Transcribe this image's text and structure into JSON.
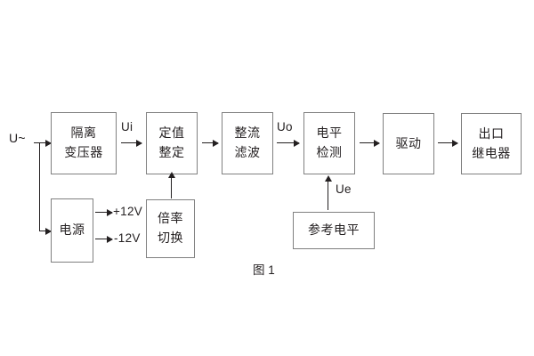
{
  "diagram": {
    "caption": "图 1",
    "input_label": "U~",
    "blocks": [
      {
        "id": "isolation-transformer",
        "lines": [
          "隔离",
          "变压器"
        ]
      },
      {
        "id": "setting-value",
        "lines": [
          "定值",
          "整定"
        ]
      },
      {
        "id": "rectify-filter",
        "lines": [
          "整流",
          "滤波"
        ]
      },
      {
        "id": "level-detect",
        "lines": [
          "电平",
          "检测"
        ]
      },
      {
        "id": "drive",
        "lines": [
          "驱动"
        ]
      },
      {
        "id": "output-relay",
        "lines": [
          "出口",
          "继电器"
        ]
      },
      {
        "id": "power-supply",
        "lines": [
          "电源"
        ]
      },
      {
        "id": "multiplier-switch",
        "lines": [
          "倍率",
          "切换"
        ]
      },
      {
        "id": "reference-level",
        "lines": [
          "参考电平"
        ]
      }
    ],
    "signals": {
      "ui": "Ui",
      "uo": "Uo",
      "ue": "Ue",
      "rail_positive": "+12V",
      "rail_negative": "-12V"
    },
    "colors": {
      "box_border": "#808080",
      "line": "#231f20",
      "text": "#231f20",
      "background": "#ffffff"
    }
  }
}
